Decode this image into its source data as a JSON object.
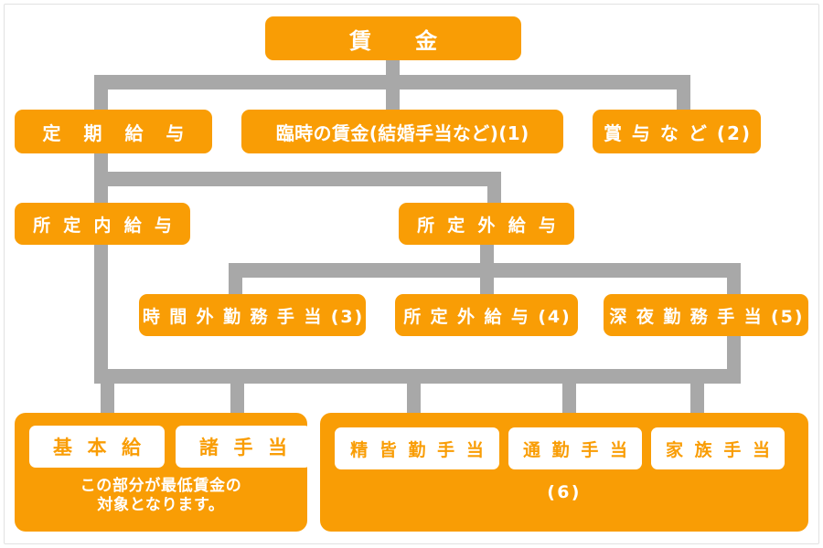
{
  "diagram": {
    "title_box": {
      "label": "賃　金"
    },
    "level1": [
      {
        "label": "定 期 給 与"
      },
      {
        "label": "臨時の賃金(結婚手当など)(1)"
      },
      {
        "label": "賞 与 な ど (2)"
      }
    ],
    "level2": [
      {
        "label": "所 定 内 給 与"
      },
      {
        "label": "所 定 外 給 与"
      }
    ],
    "level3": [
      {
        "label": "時 間 外 勤 務 手 当 (3)"
      },
      {
        "label": "所 定 外 給 与 (4)"
      },
      {
        "label": "深 夜 勤 務 手 当 (5)"
      }
    ],
    "left_panel": {
      "items": [
        {
          "label": "基 本 給"
        },
        {
          "label": "諸 手 当"
        }
      ],
      "caption": "この部分が最低賃金の\n対象となります。"
    },
    "right_panel": {
      "items": [
        {
          "label": "精 皆 勤 手 当"
        },
        {
          "label": "通 勤 手 当"
        },
        {
          "label": "家 族 手 当"
        }
      ],
      "caption": "(6)"
    },
    "colors": {
      "orange": "#f99d05",
      "connector_gray": "#a8a8a8",
      "white": "#ffffff",
      "frame_border": "#e2e2e2"
    }
  }
}
